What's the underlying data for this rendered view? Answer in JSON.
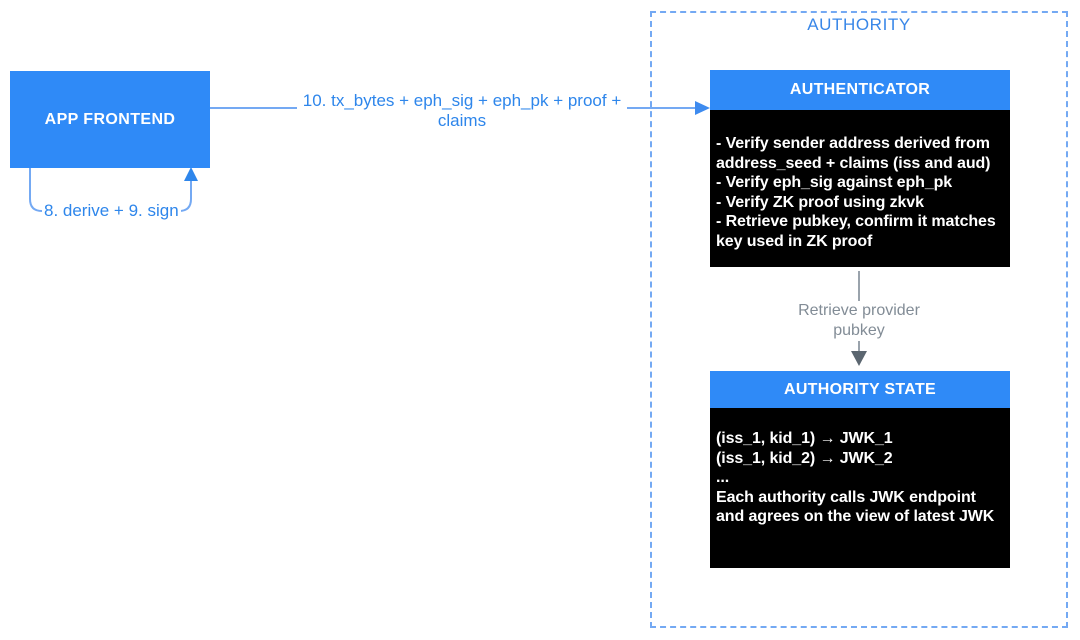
{
  "diagram": {
    "app_frontend": {
      "title": "APP FRONTEND"
    },
    "authority": {
      "title": "AUTHORITY",
      "authenticator": {
        "title": "AUTHENTICATOR",
        "body": "- Verify sender address derived from address_seed + claims (iss and aud)\n- Verify eph_sig against eph_pk\n- Verify ZK proof using zkvk\n- Retrieve pubkey, confirm it matches key used in ZK proof"
      },
      "authority_state": {
        "title": "AUTHORITY STATE",
        "body": "(iss_1, kid_1) → JWK_1\n(iss_1, kid_2) → JWK_2\n...\nEach authority calls JWK endpoint and agrees on the view of latest JWK"
      }
    },
    "edges": {
      "tx_arrow_label": "10. tx_bytes + eph_sig + eph_pk + proof +\nclaims",
      "derive_sign_label": "8. derive + 9. sign",
      "retrieve_pubkey_label": "Retrieve provider\npubkey"
    },
    "colors": {
      "node_blue": "#2F8AF7",
      "dashed_border_blue": "#74A9F3",
      "arrow_line_blue": "#74A9F3",
      "arrowhead_blue": "#2E86EB",
      "label_blue": "#2E86EB",
      "authority_title_blue": "#3987E8",
      "gray_line": "#9AA3AC",
      "gray_arrowhead": "#5B6670",
      "gray_label": "#828C96",
      "node_body_black": "#000000",
      "node_text_white": "#ffffff"
    }
  }
}
